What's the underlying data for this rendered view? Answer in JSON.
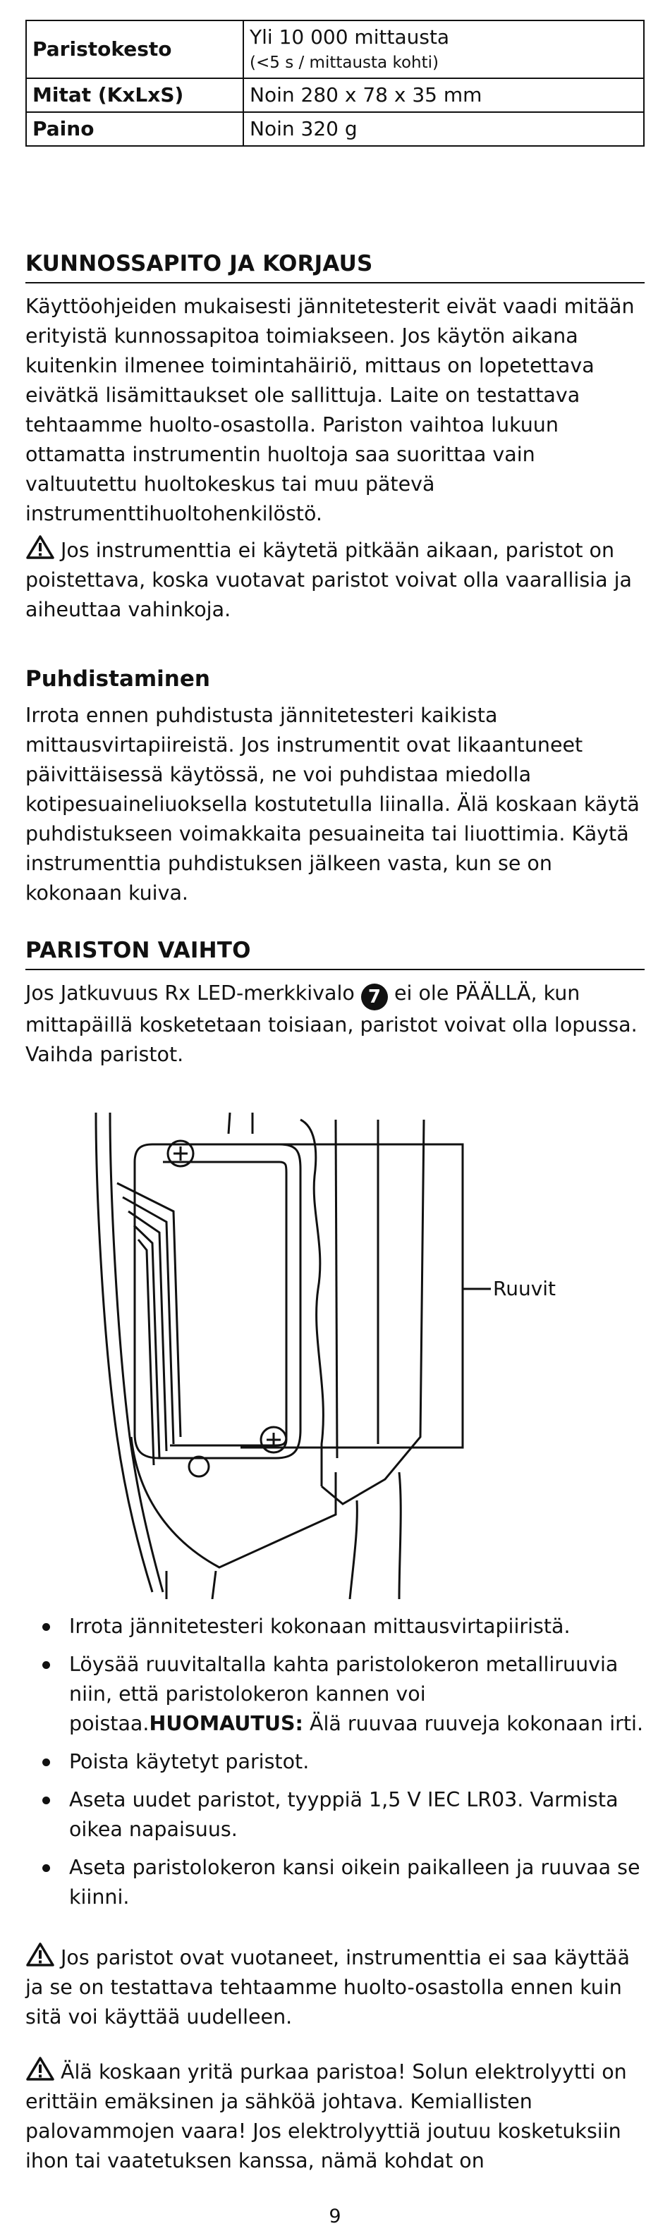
{
  "specs": [
    {
      "label": "Paristokesto",
      "value": "Yli 10 000 mittausta",
      "note": "(<5 s / mittausta kohti)"
    },
    {
      "label": "Mitat (KxLxS)",
      "value": "Noin 280 x 78 x 35 mm",
      "note": ""
    },
    {
      "label": "Paino",
      "value": "Noin 320 g",
      "note": ""
    }
  ],
  "maintenance": {
    "heading": "KUNNOSSAPITO JA KORJAUS",
    "body": "Käyttöohjeiden mukaisesti jännitetesterit eivät vaadi mitään erityistä kunnossapitoa toimiakseen. Jos käytön aikana kuitenkin ilmenee toimintahäiriö, mittaus on lopetettava eivätkä lisämittaukset ole sallittuja. Laite on testattava tehtaamme huolto-osastolla. Pariston vaihtoa lukuun ottamatta instrumentin huoltoja saa suorittaa vain valtuutettu huoltokeskus tai muu pätevä instrumenttihuoltohenkilöstö.",
    "warning": "Jos instrumenttia ei käytetä pitkään aikaan, paristot on poistettava, koska vuotavat paristot voivat olla vaarallisia ja aiheuttaa vahinkoja."
  },
  "cleaning": {
    "heading": "Puhdistaminen",
    "body": "Irrota ennen puhdistusta jännitetesteri kaikista mittausvirtapiireistä. Jos instrumentit ovat likaantuneet päivittäisessä käytössä, ne voi puhdistaa miedolla kotipesuaineliuoksella kostutetulla liinalla. Älä koskaan käytä puhdistukseen voimakkaita pesuaineita tai liuottimia. Käytä instrumenttia puhdistuksen jälkeen vasta, kun se on kokonaan kuiva."
  },
  "battery": {
    "heading": "PARISTON VAIHTO",
    "intro_before": "Jos Jatkuvuus Rx LED-merkkivalo",
    "badge": "7",
    "intro_after": "ei ole PÄÄLLÄ, kun mittapäillä kosketetaan toisiaan, paristot voivat olla lopussa. Vaihda paristot.",
    "figure_label": "Ruuvit",
    "steps": [
      {
        "text": "Irrota jännitetesteri kokonaan mittausvirtapiiristä.",
        "bold": "",
        "tail": ""
      },
      {
        "text": "Löysää ruuvitaltalla kahta paristolokeron metalliruuvia niin, että paristolokeron kannen voi poistaa.",
        "bold": "HUOMAUTUS:",
        "tail": " Älä ruuvaa ruuveja kokonaan irti."
      },
      {
        "text": "Poista käytetyt paristot.",
        "bold": "",
        "tail": ""
      },
      {
        "text": "Aseta uudet paristot, tyyppiä 1,5 V IEC LR03. Varmista oikea napaisuus.",
        "bold": "",
        "tail": ""
      },
      {
        "text": "Aseta paristolokeron kansi oikein paikalleen ja ruuvaa se kiinni.",
        "bold": "",
        "tail": ""
      }
    ],
    "warning1": "Jos paristot ovat vuotaneet, instrumenttia ei saa käyttää ja se on testattava tehtaamme huolto-osastolla ennen kuin sitä voi käyttää uudelleen.",
    "warning2": "Älä koskaan yritä purkaa paristoa! Solun elektrolyytti on erittäin emäksinen ja sähköä johtava. Kemiallisten palovammojen vaara! Jos elektrolyyttiä joutuu kosketuksiin ihon tai vaatetuksen kanssa, nämä kohdat on"
  },
  "page_number": "9"
}
